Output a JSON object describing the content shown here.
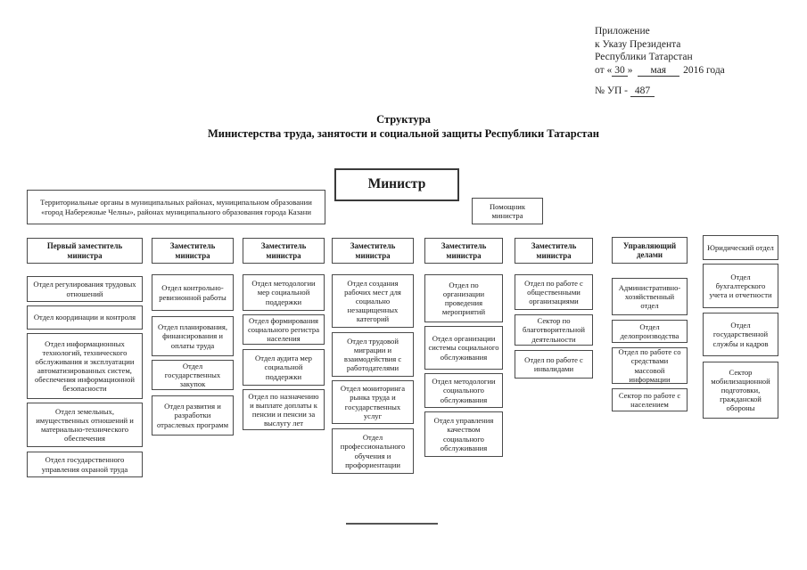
{
  "annotation": {
    "line1": "Приложение",
    "line2": "к Указу Президента",
    "line3": "Республики Татарстан",
    "date_prefix": "от «",
    "date_day": "30",
    "date_close": "»",
    "date_month": "мая",
    "date_year": "2016 года",
    "number_prefix": "№ УП -",
    "number_value": "487"
  },
  "title": {
    "line1": "Структура",
    "line2": "Министерства труда, занятости и социальной защиты Республики Татарстан"
  },
  "minister": "Министр",
  "assistant": "Помощник министра",
  "territorial": "Территориальные органы в муниципальных районах, муниципальном образовании «город Набережные Челны», районах муниципального образования города Казани",
  "colors": {
    "border": "#4a4a4a",
    "text": "#1c1c1c",
    "background": "#ffffff"
  },
  "columns": [
    {
      "header": "Первый заместитель министра",
      "boxes": [
        "Отдел регулирования трудовых отношений",
        "Отдел координации и контроля",
        "Отдел информационных технологий, технического обслуживания и эксплуатации автоматизированных систем, обеспечения информационной безопасности",
        "Отдел земельных, имущественных отношений и материально-технического обеспечения",
        "Отдел государственного управления охраной труда"
      ]
    },
    {
      "header": "Заместитель министра",
      "boxes": [
        "Отдел контрольно-ревизионной работы",
        "Отдел планирования, финансирования и оплаты труда",
        "Отдел государственных закупок",
        "Отдел развития и разработки отраслевых программ"
      ]
    },
    {
      "header": "Заместитель министра",
      "boxes": [
        "Отдел методологии мер социальной поддержки",
        "Отдел формирования социального регистра населения",
        "Отдел аудита мер социальной поддержки",
        "Отдел по назначению и выплате доплаты к пенсии и пенсии за выслугу лет"
      ]
    },
    {
      "header": "Заместитель министра",
      "boxes": [
        "Отдел создания рабочих мест для социально незащищенных категорий",
        "Отдел трудовой миграции и взаимодействия с работодателями",
        "Отдел мониторинга рынка труда и государственных услуг",
        "Отдел профессионального обучения и профориентации"
      ]
    },
    {
      "header": "Заместитель министра",
      "boxes": [
        "Отдел по организации проведения мероприятий",
        "Отдел организации системы социального обслуживания",
        "Отдел методологии социального обслуживания",
        "Отдел управления качеством социального обслуживания"
      ]
    },
    {
      "header": "Заместитель министра",
      "boxes": [
        "Отдел по работе с общественными организациями",
        "Сектор по благотворительной деятельности",
        "Отдел по работе с инвалидами"
      ]
    },
    {
      "header": "Управляющий делами",
      "boxes": [
        "Административно-хозяйственный отдел",
        "Отдел делопроизводства",
        "Отдел по работе со средствами массовой информации",
        "Сектор по работе с населением"
      ]
    },
    {
      "header": "Юридический отдел",
      "boxes": [
        "Отдел бухгалтерского учета и отчетности",
        "Отдел государственной службы и кадров",
        "Сектор мобилизационной подготовки, гражданской обороны"
      ]
    }
  ]
}
